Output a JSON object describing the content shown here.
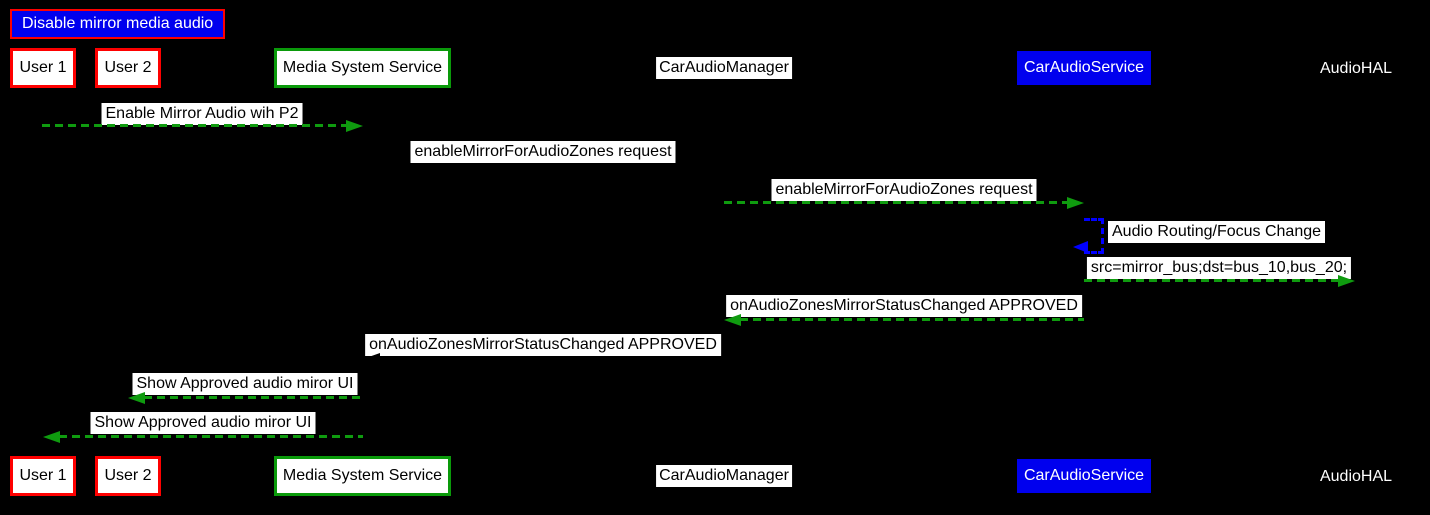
{
  "diagram": {
    "title": "Disable mirror media audio",
    "type": "sequence-diagram"
  },
  "participants": [
    {
      "label": "User 1",
      "style": "white box, red border"
    },
    {
      "label": "User 2",
      "style": "white box, red border"
    },
    {
      "label": "Media System Service",
      "style": "white box, green border"
    },
    {
      "label": "CarAudioManager",
      "style": "black text on white strip"
    },
    {
      "label": "CarAudioService",
      "style": "white text on blue box"
    },
    {
      "label": "AudioHAL",
      "style": "white text on black background"
    }
  ],
  "messages": [
    {
      "label": "Enable Mirror Audio wih P2",
      "from": "User 1",
      "to": "Media System Service",
      "arrow": "dashed",
      "color": "#0f9b0f"
    },
    {
      "label": "enableMirrorForAudioZones request",
      "from": "Media System Service",
      "to": "CarAudioManager",
      "arrow": "dashed",
      "color": "#000000"
    },
    {
      "label": "enableMirrorForAudioZones request",
      "from": "CarAudioManager",
      "to": "CarAudioService",
      "arrow": "dashed",
      "color": "#0f9b0f"
    },
    {
      "label": "Audio Routing/Focus Change",
      "from": "CarAudioService",
      "to": "CarAudioService",
      "arrow": "self-loop dashed",
      "color": "#0000ff"
    },
    {
      "label": "src=mirror_bus;dst=bus_10,bus_20;",
      "from": "CarAudioService",
      "to": "AudioHAL",
      "arrow": "dashed",
      "color": "#0f9b0f"
    },
    {
      "label": "onAudioZonesMirrorStatusChanged APPROVED",
      "from": "CarAudioService",
      "to": "CarAudioManager",
      "arrow": "dashed",
      "color": "#0f9b0f"
    },
    {
      "label": "onAudioZonesMirrorStatusChanged APPROVED",
      "from": "CarAudioManager",
      "to": "Media System Service",
      "arrow": "dashed",
      "color": "#000000"
    },
    {
      "label": "Show Approved audio miror UI",
      "from": "Media System Service",
      "to": "User 2",
      "arrow": "dashed",
      "color": "#0f9b0f"
    },
    {
      "label": "Show Approved audio miror UI",
      "from": "Media System Service",
      "to": "User 1",
      "arrow": "dashed",
      "color": "#0f9b0f"
    }
  ],
  "colors": {
    "background": "#000000",
    "arrow_green": "#0f9b0f",
    "arrow_blue": "#0000ff",
    "red_border": "#fe0000",
    "green_border": "#0a9a0a",
    "blue_fill": "#0000ee",
    "label_background": "#ffffff"
  }
}
